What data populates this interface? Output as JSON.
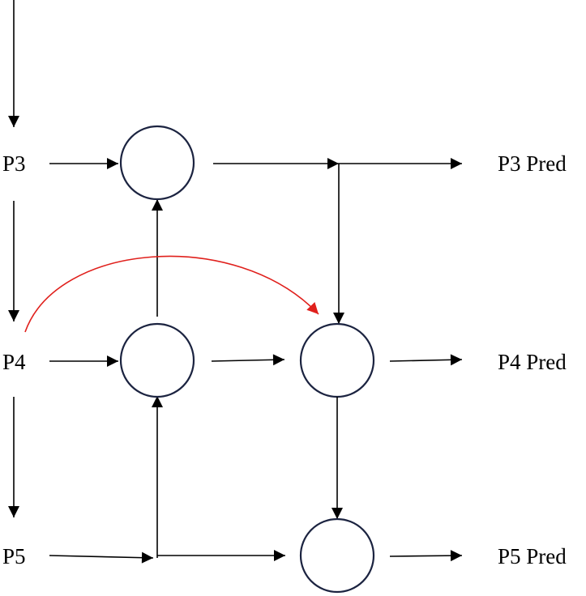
{
  "labels": {
    "p3": "P3",
    "p4": "P4",
    "p5": "P5",
    "p3_pred": "P3 Pred",
    "p4_pred": "P4 Pred",
    "p5_pred": "P5 Pred"
  },
  "colors": {
    "line": "#000000",
    "node_outline": "#1b2340",
    "highlight_arrow": "#e0201c"
  }
}
